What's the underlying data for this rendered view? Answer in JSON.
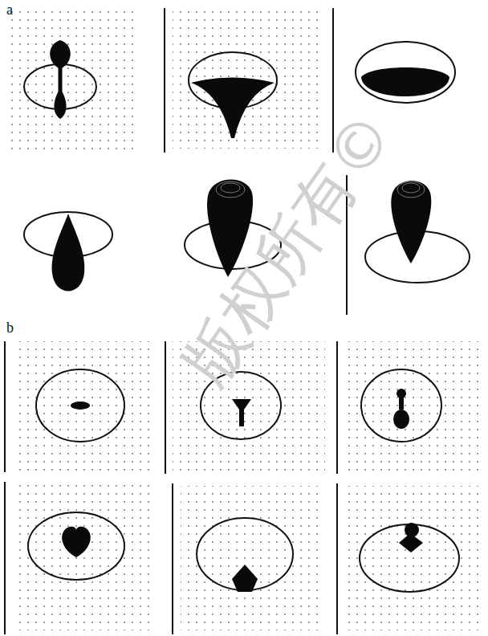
{
  "diagram": {
    "labels": [
      "a",
      "b",
      "版权所有©"
    ]
  }
}
